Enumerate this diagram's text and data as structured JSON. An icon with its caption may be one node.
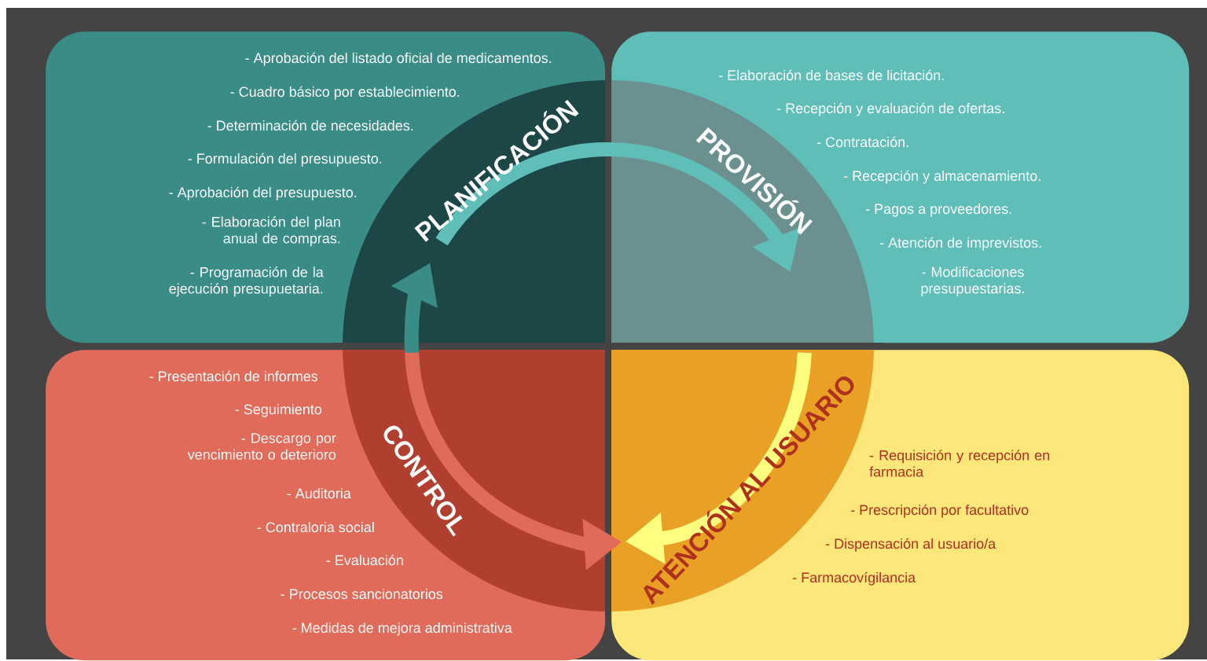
{
  "diagram": {
    "nodes": [
      {
        "text": [
          "PLANIFICACIÓN",
          "- Aprobación del listado oficial de medicamentos.",
          "- Cuadro básico por establecimiento.",
          "- Determinación de necesidades.",
          "- Formulación del presupuesto.",
          "- Aprobación del presupuesto.",
          "- Elaboración del plan anual de compras.",
          "- Programación de la ejecución presupuetaria."
        ]
      },
      {
        "text": [
          "PROVISIÓN",
          "- Elaboración de bases de licitación.",
          "- Recepción y evaluación de ofertas.",
          "- Contratación.",
          "- Recepción y almacenamiento.",
          "- Pagos a proveedores.",
          "- Atención de imprevistos.",
          "- Modificaciones presupuestarias."
        ]
      },
      {
        "text": [
          "CONTROL",
          "- Presentación de informes",
          "- Seguimiento",
          "- Descargo por vencimiento o deterioro",
          "- Auditoria",
          "- Contraloria social",
          "- Evaluación",
          "- Procesos sancionatorios",
          "- Medidas de mejora administrativa"
        ]
      },
      {
        "text": [
          "ATENCIÓN AL USUARIO",
          "- Requisición y recepción en farmacia",
          "- Prescripción por facultativo",
          "- Dispensación al usuario/a",
          "- Farmacovígilancia"
        ]
      }
    ],
    "edges": [
      {
        "from": 2,
        "to": 0,
        "arrow": "to",
        "color": "#3a8c87"
      },
      {
        "from": 0,
        "to": 1,
        "arrow": "to",
        "color": "#5fbfb8"
      },
      {
        "from": 1,
        "to": 3,
        "arrow": "to",
        "color": "#ffff80"
      },
      {
        "from": 2,
        "to": 3,
        "arrow": "to",
        "color": "#e06b5a"
      }
    ]
  }
}
